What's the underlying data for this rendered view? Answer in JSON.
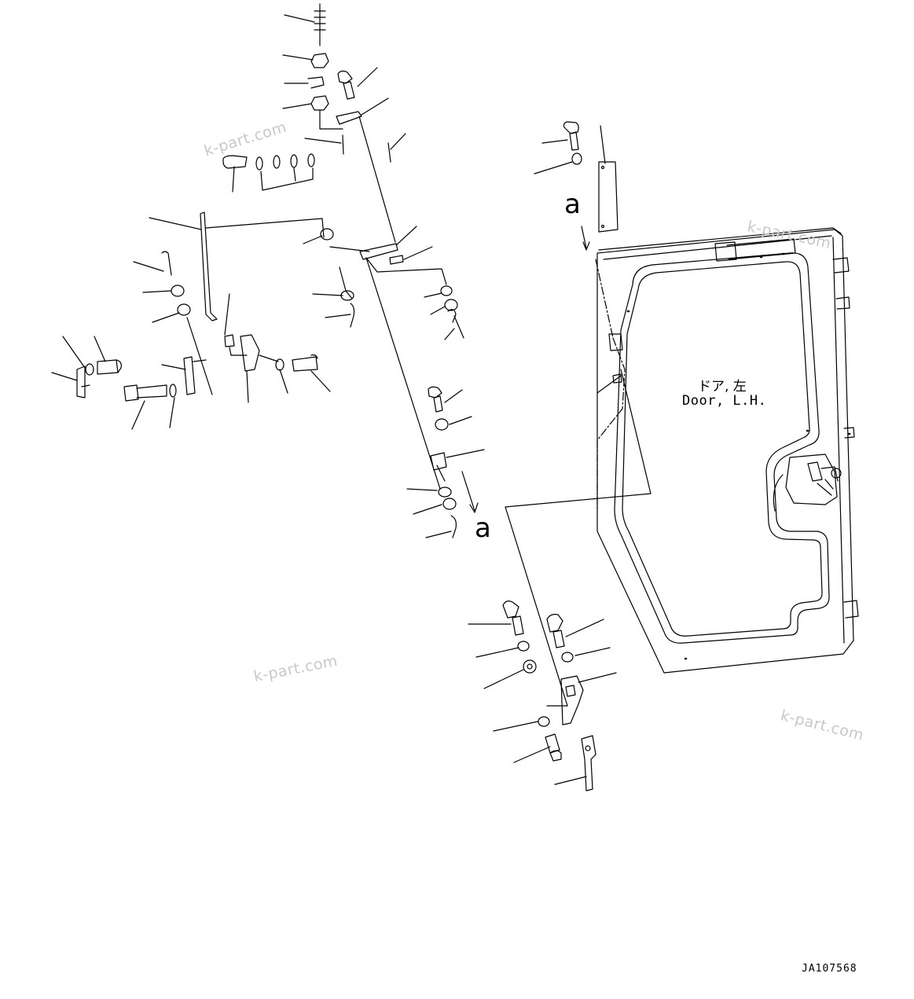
{
  "watermarks": [
    "k-part.com",
    "k-part.com",
    "k-part.com",
    "k-part.com"
  ],
  "door_label_jp": "ドア, 左",
  "door_label_en": "Door, L.H.",
  "reference_marks": [
    "a",
    "a"
  ],
  "drawing_id": "JA107568",
  "line_color": "#000000",
  "watermark_color": "#c8c8c8"
}
